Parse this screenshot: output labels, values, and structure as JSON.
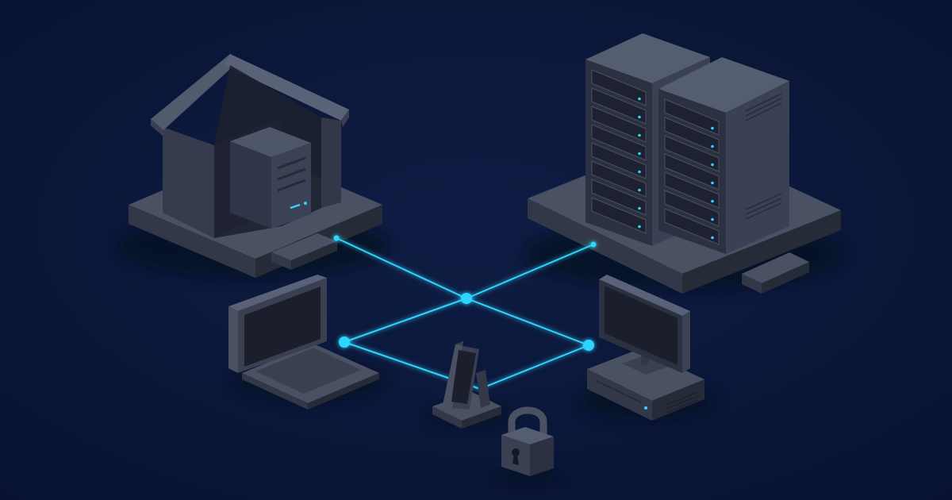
{
  "colors": {
    "background": "#0b1636",
    "link_glow": "#2fd6ff",
    "object_top": "#4a5163",
    "object_left": "#323848",
    "object_right": "#262b38",
    "screen": "#1b1f2b",
    "led": "#35d0ff"
  },
  "nodes": [
    {
      "id": "home-server",
      "label": "",
      "icon": "house-with-tower-server-icon"
    },
    {
      "id": "data-center",
      "label": "",
      "icon": "server-racks-icon"
    },
    {
      "id": "laptop",
      "label": "",
      "icon": "laptop-icon"
    },
    {
      "id": "desktop",
      "label": "",
      "icon": "desktop-computer-icon"
    },
    {
      "id": "phone",
      "label": "",
      "icon": "phone-on-stand-icon"
    },
    {
      "id": "security",
      "label": "",
      "icon": "padlock-icon"
    }
  ],
  "links": [
    {
      "from": "home-server",
      "to": "hub"
    },
    {
      "from": "data-center",
      "to": "hub"
    },
    {
      "from": "hub",
      "to": "laptop"
    },
    {
      "from": "hub",
      "to": "desktop"
    },
    {
      "from": "laptop",
      "to": "phone"
    },
    {
      "from": "desktop",
      "to": "phone"
    }
  ]
}
